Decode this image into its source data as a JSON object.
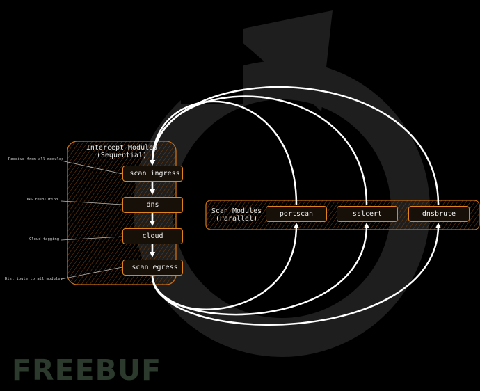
{
  "intercept_group": {
    "title_line1": "Intercept Modules",
    "title_line2": "(Sequential)",
    "modules": [
      {
        "name": "_scan_ingress"
      },
      {
        "name": "dns"
      },
      {
        "name": "cloud"
      },
      {
        "name": "_scan_egress"
      }
    ]
  },
  "scan_group": {
    "title_line1": "Scan Modules",
    "title_line2": "(Parallel)",
    "modules": [
      {
        "name": "portscan"
      },
      {
        "name": "sslcert"
      },
      {
        "name": "dnsbrute"
      }
    ]
  },
  "annotations": [
    {
      "text": "Receive from all modules"
    },
    {
      "text": "DNS resolution"
    },
    {
      "text": "Cloud tagging"
    },
    {
      "text": "Distribute to all modules"
    }
  ],
  "watermark": {
    "text": "FREEBUF"
  },
  "colors": {
    "accent": "#e0831d",
    "background": "#000000",
    "arrow": "#ffffff",
    "loop_bg": "#1e1e1e"
  }
}
